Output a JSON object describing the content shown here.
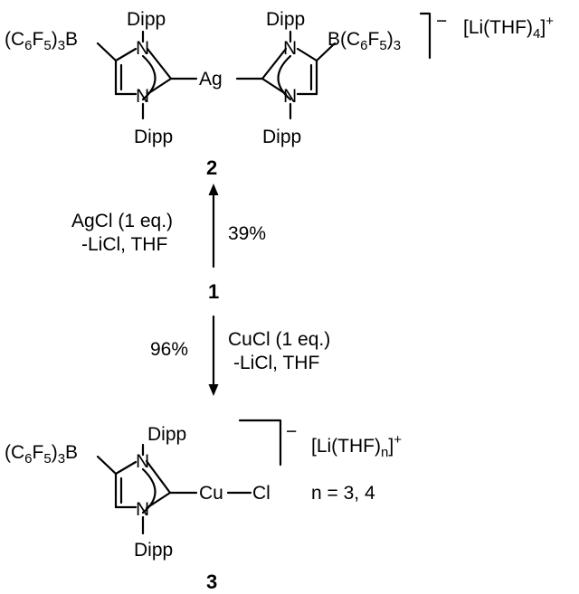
{
  "compound_2": {
    "number": "2",
    "left_boryl": {
      "main": "(C",
      "sub1": "6",
      "mid": "F",
      "sub2": "5",
      "tail": ")",
      "sub3": "3",
      "end": "B"
    },
    "right_boryl": {
      "main": "B(C",
      "sub1": "6",
      "mid": "F",
      "sub2": "5",
      "tail": ")",
      "sub3": "3"
    },
    "dipp_top_left": "Dipp",
    "dipp_top_right": "Dipp",
    "dipp_bottom_left": "Dipp",
    "dipp_bottom_right": "Dipp",
    "n_top_left": "N",
    "n_top_right": "N",
    "n_bottom_left": "N",
    "n_bottom_right": "N",
    "metal": "Ag",
    "charge": "−",
    "counterion": {
      "main": "[Li(THF)",
      "sub": "4",
      "end": "]",
      "sup": "+"
    }
  },
  "step_to_2": {
    "reagent_line1": "AgCl (1 eq.)",
    "reagent_line2": "-LiCl, THF",
    "yield": "39%"
  },
  "compound_1": {
    "number": "1"
  },
  "step_to_3": {
    "reagent_line1": "CuCl (1 eq.)",
    "reagent_line2": "-LiCl, THF",
    "yield": "96%"
  },
  "compound_3": {
    "number": "3",
    "boryl": {
      "main": "(C",
      "sub1": "6",
      "mid": "F",
      "sub2": "5",
      "tail": ")",
      "sub3": "3",
      "end": "B"
    },
    "dipp_top": "Dipp",
    "dipp_bottom": "Dipp",
    "n_top": "N",
    "n_bottom": "N",
    "metal": "Cu",
    "halide": "Cl",
    "charge": "−",
    "counterion": {
      "main": "[Li(THF)",
      "sub": "n",
      "end": "]",
      "sup": "+"
    },
    "n_values": "n = 3, 4"
  }
}
